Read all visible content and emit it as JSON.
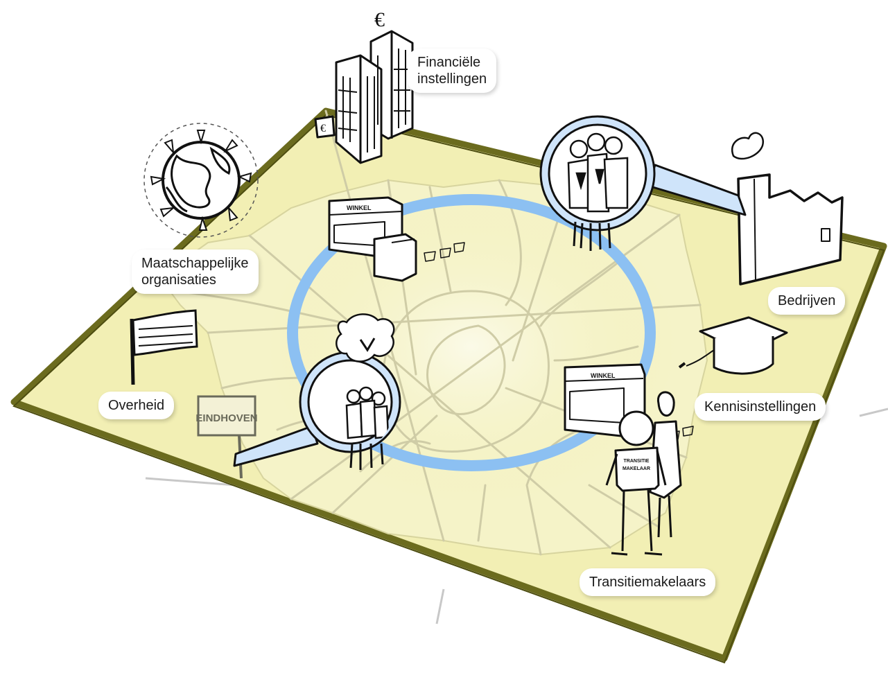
{
  "stakeholders": {
    "financial": "Financiële\ninstellingen",
    "societal": "Maatschappelijke\norganisaties",
    "companies": "Bedrijven",
    "government": "Overheid",
    "knowledge": "Kennisinstellingen",
    "brokers": "Transitiemakelaars"
  },
  "signs": {
    "city": "EINDHOVEN",
    "shop_a": "WINKEL",
    "shop_b": "WINKEL",
    "shirt_line1": "TRANSITIE",
    "shirt_line2": "MAKELAAR"
  },
  "colors": {
    "map_fill": "#f2efb4",
    "map_center": "#f7f5d4",
    "border": "#6b6b1e",
    "ring": "#8cc0f2",
    "magnifier": "#cfe4fa",
    "road": "#c9c7a3"
  }
}
